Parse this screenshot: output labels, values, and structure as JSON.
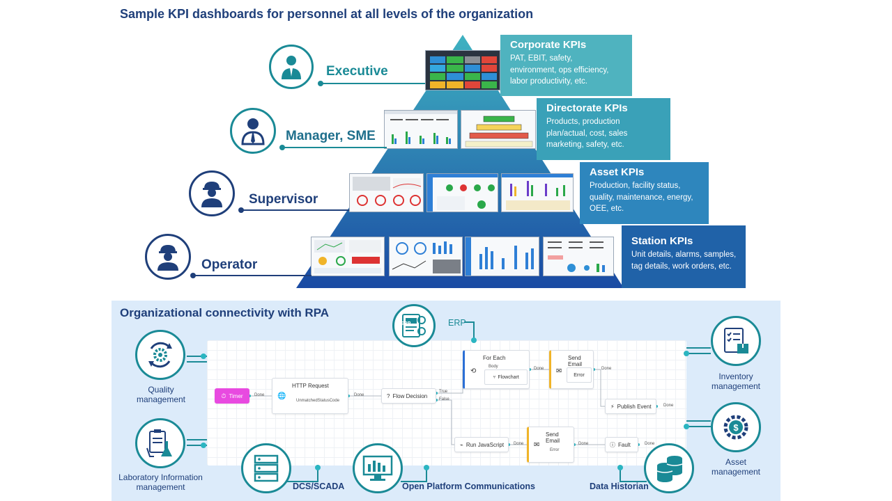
{
  "title": "Sample KPI dashboards for personnel at all levels of the organization",
  "roles": [
    {
      "label": "Executive"
    },
    {
      "label": "Manager, SME"
    },
    {
      "label": "Supervisor"
    },
    {
      "label": "Operator"
    }
  ],
  "kpis": [
    {
      "title": "Corporate KPIs",
      "lines": [
        "PAT, EBIT, safety,",
        "environment, ops efficiency,",
        "labor productivity, etc."
      ]
    },
    {
      "title": "Directorate KPIs",
      "lines": [
        "Products, production",
        "plan/actual, cost, sales",
        "marketing, safety, etc."
      ]
    },
    {
      "title": "Asset KPIs",
      "lines": [
        "Production, facility status,",
        "quality, maintenance, energy,",
        "OEE, etc."
      ]
    },
    {
      "title": "Station KPIs",
      "lines": [
        "Unit details, alarms, samples,",
        "tag details, work orders, etc."
      ]
    }
  ],
  "rpa": {
    "title": "Organizational connectivity with RPA",
    "nodes": {
      "timer": "Timer",
      "http_request": "HTTP Request",
      "http_status": "UnmatchedStatusCode",
      "flow_decision": "Flow Decision",
      "for_each": "For Each",
      "body": "Body",
      "flowchart": "Flowchart",
      "send_email_1": "Send Email",
      "error_1": "Error",
      "publish_event": "Publish Event",
      "run_js": "Run JavaScript",
      "send_email_2": "Send Email",
      "error_2": "Error",
      "fault": "Fault"
    },
    "ports": {
      "done": "Done",
      "true": "True",
      "false": "False"
    },
    "externals": {
      "erp": "ERP",
      "erp_badge": "ERP",
      "quality": [
        "Quality",
        "management"
      ],
      "lims": [
        "Laboratory Information",
        "management"
      ],
      "dcs": "DCS/SCADA",
      "opc": "Open Platform Communications",
      "historian": "Data Historian",
      "inventory": [
        "Inventory",
        "management"
      ],
      "asset": [
        "Asset",
        "management"
      ]
    }
  },
  "colors": {
    "navy": "#1f3f7a",
    "teal": "#1a8a96",
    "corporate": "#4fb3bf",
    "directorate": "#3aa1b8",
    "asset": "#2e86bd",
    "station": "#2062a8",
    "pyramid_top": "#3fb2c1",
    "pyramid_bottom": "#1a4aa3",
    "timer_pink": "#e84ae0"
  }
}
